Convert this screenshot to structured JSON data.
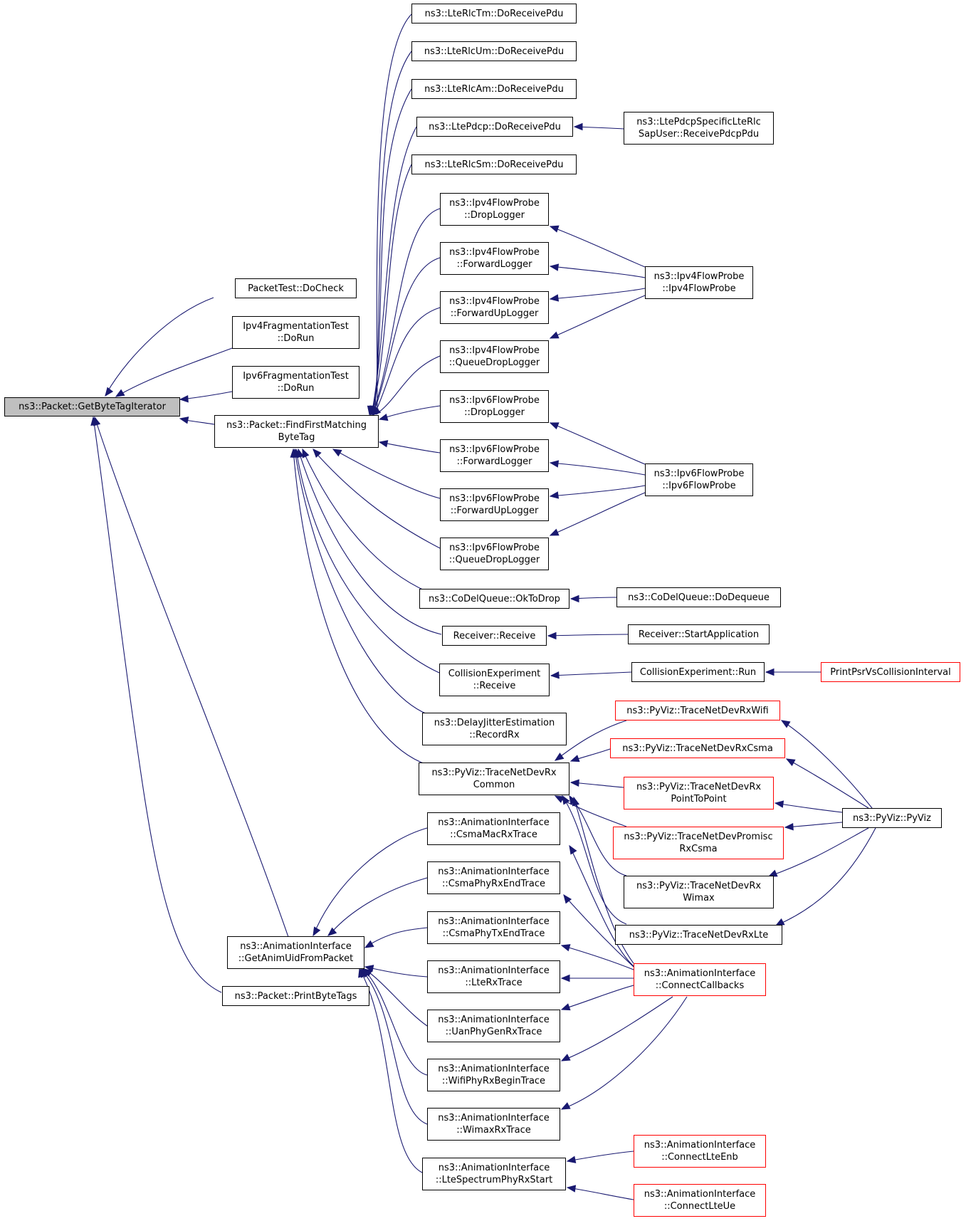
{
  "nodes": {
    "get_byte_tag_iterator": [
      "ns3::Packet::GetByteTagIterator"
    ],
    "packet_test_docheck": [
      "PacketTest::DoCheck"
    ],
    "ipv4_frag_test_dorun": [
      "Ipv4FragmentationTest",
      "::DoRun"
    ],
    "ipv6_frag_test_dorun": [
      "Ipv6FragmentationTest",
      "::DoRun"
    ],
    "find_first_matching_byte_tag": [
      "ns3::Packet::FindFirstMatching",
      "ByteTag"
    ],
    "get_anim_uid_from_packet": [
      "ns3::AnimationInterface",
      "::GetAnimUidFromPacket"
    ],
    "print_byte_tags": [
      "ns3::Packet::PrintByteTags"
    ],
    "lte_rlc_tm_do_receive_pdu": [
      "ns3::LteRlcTm::DoReceivePdu"
    ],
    "lte_rlc_um_do_receive_pdu": [
      "ns3::LteRlcUm::DoReceivePdu"
    ],
    "lte_rlc_am_do_receive_pdu": [
      "ns3::LteRlcAm::DoReceivePdu"
    ],
    "lte_pdcp_do_receive_pdu": [
      "ns3::LtePdcp::DoReceivePdu"
    ],
    "lte_rlc_sm_do_receive_pdu": [
      "ns3::LteRlcSm::DoReceivePdu"
    ],
    "ipv4_drop_logger": [
      "ns3::Ipv4FlowProbe",
      "::DropLogger"
    ],
    "ipv4_forward_logger": [
      "ns3::Ipv4FlowProbe",
      "::ForwardLogger"
    ],
    "ipv4_forward_up_logger": [
      "ns3::Ipv4FlowProbe",
      "::ForwardUpLogger"
    ],
    "ipv4_queue_drop_logger": [
      "ns3::Ipv4FlowProbe",
      "::QueueDropLogger"
    ],
    "ipv6_drop_logger": [
      "ns3::Ipv6FlowProbe",
      "::DropLogger"
    ],
    "ipv6_forward_logger": [
      "ns3::Ipv6FlowProbe",
      "::ForwardLogger"
    ],
    "ipv6_forward_up_logger": [
      "ns3::Ipv6FlowProbe",
      "::ForwardUpLogger"
    ],
    "ipv6_queue_drop_logger": [
      "ns3::Ipv6FlowProbe",
      "::QueueDropLogger"
    ],
    "codel_ok_to_drop": [
      "ns3::CoDelQueue::OkToDrop"
    ],
    "receiver_receive": [
      "Receiver::Receive"
    ],
    "collision_receive": [
      "CollisionExperiment",
      "::Receive"
    ],
    "delay_jitter_record_rx": [
      "ns3::DelayJitterEstimation",
      "::RecordRx"
    ],
    "pyviz_trace_net_dev_rx_common": [
      "ns3::PyViz::TraceNetDevRx",
      "Common"
    ],
    "csma_mac_rx_trace": [
      "ns3::AnimationInterface",
      "::CsmaMacRxTrace"
    ],
    "csma_phy_rx_end_trace": [
      "ns3::AnimationInterface",
      "::CsmaPhyRxEndTrace"
    ],
    "csma_phy_tx_end_trace": [
      "ns3::AnimationInterface",
      "::CsmaPhyTxEndTrace"
    ],
    "lte_rx_trace": [
      "ns3::AnimationInterface",
      "::LteRxTrace"
    ],
    "uan_phy_gen_rx_trace": [
      "ns3::AnimationInterface",
      "::UanPhyGenRxTrace"
    ],
    "wifi_phy_rx_begin_trace": [
      "ns3::AnimationInterface",
      "::WifiPhyRxBeginTrace"
    ],
    "wimax_rx_trace": [
      "ns3::AnimationInterface",
      "::WimaxRxTrace"
    ],
    "lte_spectrum_phy_rx_start": [
      "ns3::AnimationInterface",
      "::LteSpectrumPhyRxStart"
    ],
    "lte_pdcp_specific_receive_pdcp_pdu": [
      "ns3::LtePdcpSpecificLteRlc",
      "SapUser::ReceivePdcpPdu"
    ],
    "ipv4_flow_probe_ctor": [
      "ns3::Ipv4FlowProbe",
      "::Ipv4FlowProbe"
    ],
    "ipv6_flow_probe_ctor": [
      "ns3::Ipv6FlowProbe",
      "::Ipv6FlowProbe"
    ],
    "codel_do_dequeue": [
      "ns3::CoDelQueue::DoDequeue"
    ],
    "receiver_start_application": [
      "Receiver::StartApplication"
    ],
    "collision_run": [
      "CollisionExperiment::Run"
    ],
    "print_psr_vs_collision_interval": [
      "PrintPsrVsCollisionInterval"
    ],
    "pyviz_rx_wifi": [
      "ns3::PyViz::TraceNetDevRxWifi"
    ],
    "pyviz_rx_csma": [
      "ns3::PyViz::TraceNetDevRxCsma"
    ],
    "pyviz_rx_p2p": [
      "ns3::PyViz::TraceNetDevRx",
      "PointToPoint"
    ],
    "pyviz_promisc_rx_csma": [
      "ns3::PyViz::TraceNetDevPromisc",
      "RxCsma"
    ],
    "pyviz_rx_wimax": [
      "ns3::PyViz::TraceNetDevRx",
      "Wimax"
    ],
    "pyviz_rx_lte": [
      "ns3::PyViz::TraceNetDevRxLte"
    ],
    "pyviz_pyviz": [
      "ns3::PyViz::PyViz"
    ],
    "connect_callbacks": [
      "ns3::AnimationInterface",
      "::ConnectCallbacks"
    ],
    "connect_lte_enb": [
      "ns3::AnimationInterface",
      "::ConnectLteEnb"
    ],
    "connect_lte_ue": [
      "ns3::AnimationInterface",
      "::ConnectLteUe"
    ]
  },
  "colors": {
    "edge": "#191970",
    "node_border": "#000000",
    "truncated_border": "#ff0000",
    "focus_fill": "#bfbfbf"
  }
}
